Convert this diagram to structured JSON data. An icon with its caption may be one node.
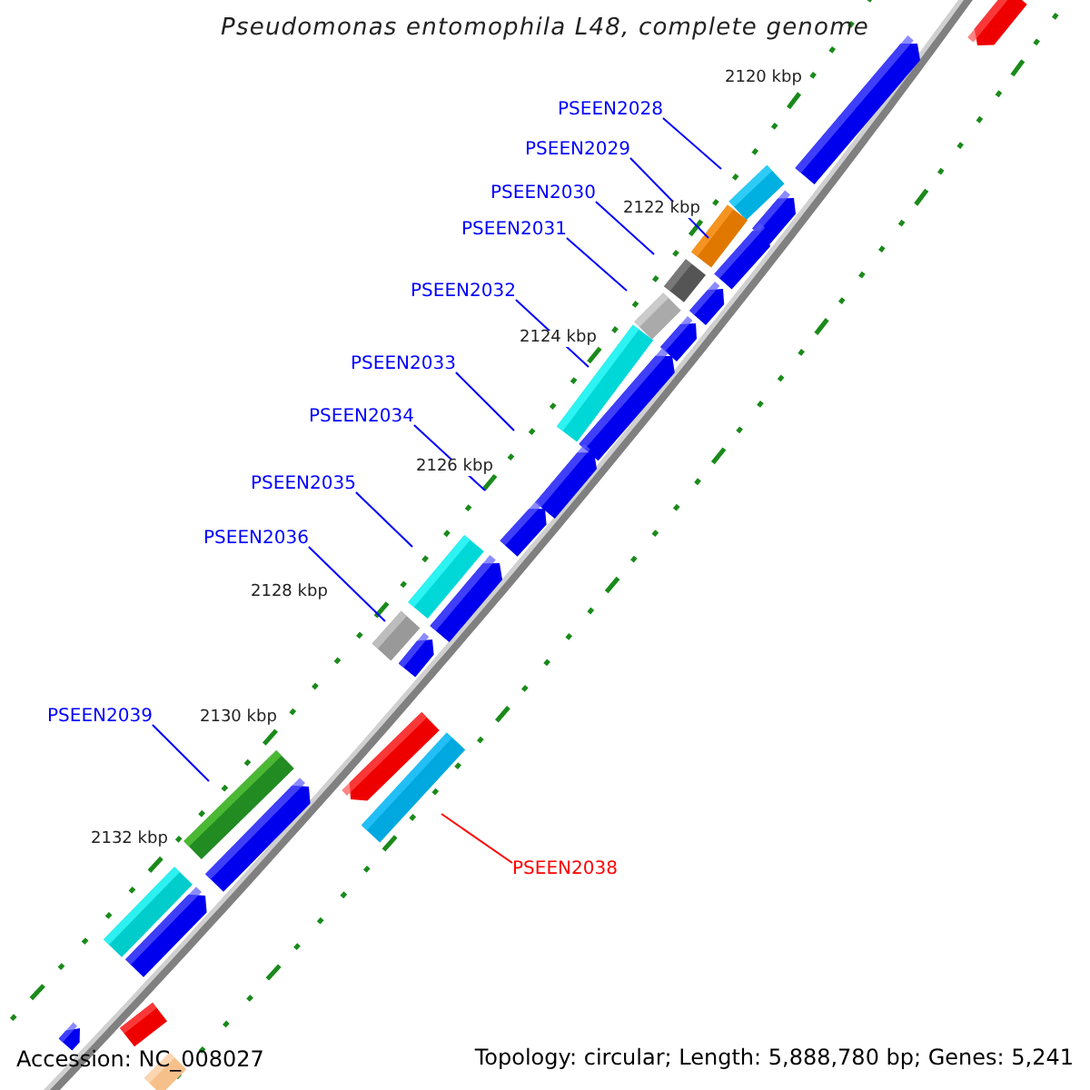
{
  "diagram": {
    "title": "Pseudomonas entomophila L48, complete genome",
    "nodes": [
      {
        "text": [
          "PSEEN2028"
        ]
      },
      {
        "text": [
          "PSEEN2029"
        ]
      },
      {
        "text": [
          "PSEEN2030"
        ]
      },
      {
        "text": [
          "PSEEN2031"
        ]
      },
      {
        "text": [
          "PSEEN2032"
        ]
      },
      {
        "text": [
          "PSEEN2033"
        ]
      },
      {
        "text": [
          "PSEEN2034"
        ]
      },
      {
        "text": [
          "PSEEN2035"
        ]
      },
      {
        "text": [
          "PSEEN2036"
        ]
      },
      {
        "text": [
          "PSEEN2039"
        ]
      },
      {
        "text": [
          "PSEEN2038"
        ]
      }
    ],
    "edges": [
      {
        "from": 0,
        "to": null,
        "arrow": "none"
      },
      {
        "from": 1,
        "to": null,
        "arrow": "none"
      },
      {
        "from": 2,
        "to": null,
        "arrow": "none"
      },
      {
        "from": 3,
        "to": null,
        "arrow": "none"
      },
      {
        "from": 4,
        "to": null,
        "arrow": "none"
      },
      {
        "from": 5,
        "to": null,
        "arrow": "none"
      },
      {
        "from": 6,
        "to": null,
        "arrow": "none"
      },
      {
        "from": 7,
        "to": null,
        "arrow": "none"
      },
      {
        "from": 8,
        "to": null,
        "arrow": "none"
      },
      {
        "from": 9,
        "to": null,
        "arrow": "none"
      },
      {
        "from": 10,
        "to": null,
        "arrow": "none",
        "color": "#ff0000"
      }
    ],
    "labels": [
      "2120 kbp",
      "2122 kbp",
      "2124 kbp",
      "2126 kbp",
      "2128 kbp",
      "2130 kbp",
      "2132 kbp",
      "Accession: NC_008027",
      "Topology: circular; Length: 5,888,780 bp; Genes: 5,241"
    ]
  }
}
